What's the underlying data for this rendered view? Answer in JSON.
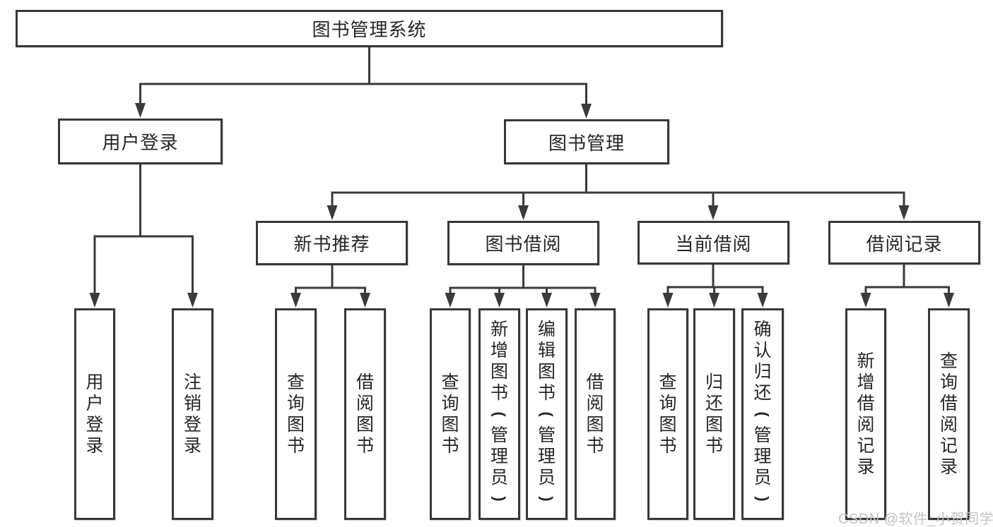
{
  "diagram": {
    "root": "图书管理系统",
    "level1": {
      "user_login": "用户登录",
      "book_mgmt": "图书管理"
    },
    "level2": {
      "new_book_rec": "新书推荐",
      "book_borrow": "图书借阅",
      "current_borrow": "当前借阅",
      "borrow_records": "借阅记录"
    },
    "leaves": {
      "a1": "用户登录",
      "a2": "注销登录",
      "b1": "查询图书",
      "b2": "借阅图书",
      "c1": "查询图书",
      "c2": "新增图书（管理员）",
      "c3": "编辑图书（管理员）",
      "c4": "借阅图书",
      "d1": "查询图书",
      "d2": "归还图书",
      "d3": "确认归还（管理员）",
      "e1": "新增借阅记录",
      "e2": "查询借阅记录"
    }
  },
  "watermark": "CSDN @软件_小贺同学",
  "colors": {
    "line": "#3a3a3a",
    "text": "#262626",
    "watermark": "#c3c3c3",
    "background": "#ffffff"
  }
}
